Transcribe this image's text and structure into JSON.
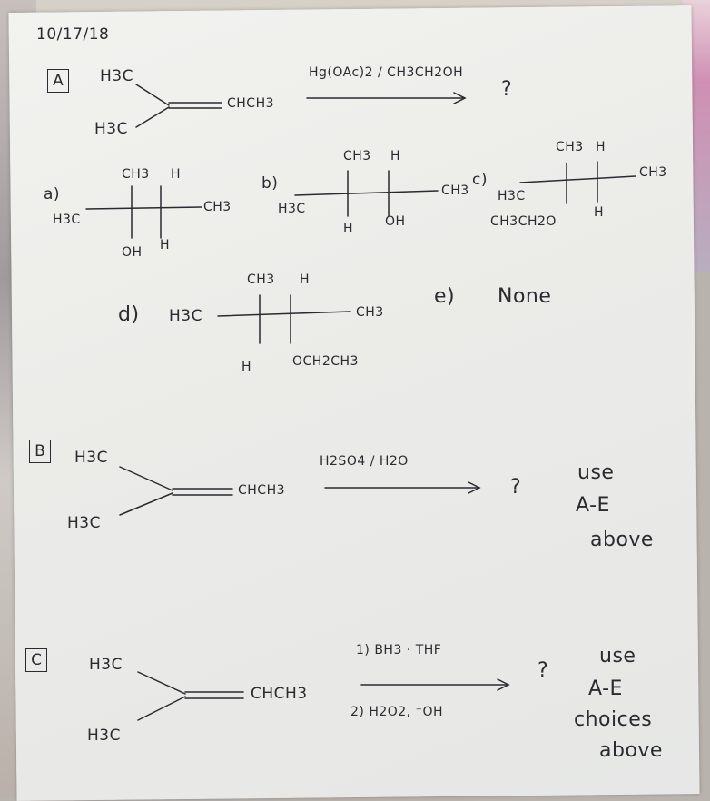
{
  "date": "10/17/18",
  "problem_a": {
    "label": "A",
    "reactant_top": "H3C",
    "reactant_bottom": "H3C",
    "reactant_right": "CHCH3",
    "reagent": "Hg(OAc)2 / CH3CH2OH",
    "product": "?"
  },
  "choices": {
    "a": {
      "label": "a)",
      "left": "H3C",
      "top1": "CH3",
      "top2": "H",
      "bottom1": "OH",
      "bottom2": "H",
      "right": "CH3"
    },
    "b": {
      "label": "b)",
      "left": "H3C",
      "top1": "CH3",
      "top2": "H",
      "bottom1": "H",
      "bottom2": "OH",
      "right": "CH3"
    },
    "c": {
      "label": "c)",
      "left": "H3C",
      "top1": "CH3",
      "top2": "H",
      "bottom1": "CH3CH2O",
      "bottom2": "H",
      "right": "CH3"
    },
    "d": {
      "label": "d)",
      "left": "H3C",
      "top1": "CH3",
      "top2": "H",
      "bottom1": "H",
      "bottom2": "OCH2CH3",
      "right": "CH3"
    },
    "e": {
      "label": "e)",
      "text": "None"
    }
  },
  "problem_b": {
    "label": "B",
    "reactant_top": "H3C",
    "reactant_bottom": "H3C",
    "reactant_right": "CHCH3",
    "reagent": "H2SO4 / H2O",
    "product": "?",
    "note_line1": "use",
    "note_line2": "A-E",
    "note_line3": "above"
  },
  "problem_c": {
    "label": "C",
    "reactant_top": "H3C",
    "reactant_bottom": "H3C",
    "reactant_right": "CHCH3",
    "reagent_step1": "1) BH3 · THF",
    "reagent_step2": "2) H2O2, ⁻OH",
    "product": "?",
    "note_line1": "use",
    "note_line2": "A-E",
    "note_line3": "choices",
    "note_line4": "above"
  }
}
